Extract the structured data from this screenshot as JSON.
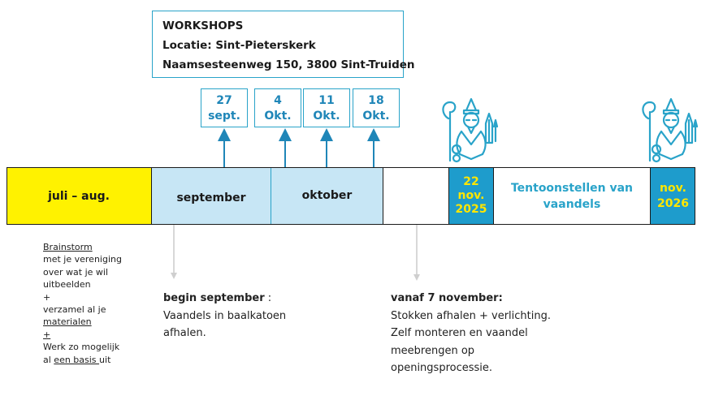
{
  "workshops": {
    "title": "WORKSHOPS",
    "location": "Locatie: Sint-Pieterskerk",
    "address": "Naamsesteenweg 150, 3800 Sint-Truiden"
  },
  "dates": [
    {
      "day": "27",
      "month": "sept."
    },
    {
      "day": "4",
      "month": "Okt."
    },
    {
      "day": "11",
      "month": "Okt."
    },
    {
      "day": "18",
      "month": "Okt."
    }
  ],
  "timeline": {
    "july_aug": "juli – aug.",
    "september": "september",
    "october": "oktober",
    "event_date": {
      "day": "22",
      "month": "nov.",
      "year": "2025"
    },
    "exhibition": "Tentoonstellen van vaandels",
    "final": {
      "month": "nov.",
      "year": "2026"
    }
  },
  "note_left": {
    "brainstorm": "Brainstorm",
    "line2": "met je vereniging",
    "line3": "over wat je wil",
    "line4": "uitbeelden",
    "plus1": "+",
    "line6_a": "verzamel al je",
    "materials": "materialen",
    "plus2": "+",
    "line9": "Werk zo mogelijk",
    "line10_a": "al ",
    "basis": "een basis ",
    "line10_b": "uit"
  },
  "note_september": {
    "heading": "begin september",
    "heading_colon": " :",
    "line1": "Vaandels in baalkatoen",
    "line2": "afhalen."
  },
  "note_november": {
    "heading": "vanaf 7 november:",
    "line1": "Stokken afhalen + verlichting.",
    "line2": "Zelf monteren en vaandel",
    "line3": "meebrengen op",
    "line4": "openingsprocessie."
  },
  "colors": {
    "accent": "#29a3c9",
    "accent_text": "#1f86b8",
    "yellow": "#fff200",
    "light_blue": "#c7e6f5",
    "blue_box": "#1e9ccc",
    "gold_text": "#ffe600"
  },
  "icons": [
    "saint-figure-icon",
    "saint-figure-icon"
  ]
}
